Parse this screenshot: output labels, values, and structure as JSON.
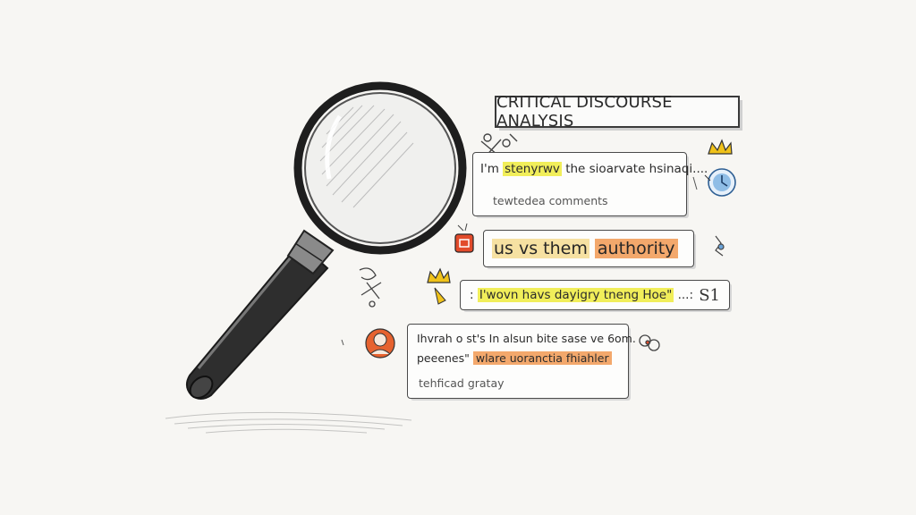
{
  "title": "CRITICAL DISCOURSE ANALYSIS",
  "bubbles": [
    {
      "line1_pre": "I'm ",
      "line1_highlight": "stenyrwv",
      "line1_post": " the sioarvate hsinaqi....",
      "line2": "tewtedea comments"
    },
    {
      "pre": "us vs them",
      "highlight": "authority"
    },
    {
      "pre": ": ",
      "highlight": "I'wovn havs dayigry tneng Hoe\"",
      "post": " ...:",
      "badge": "S1"
    },
    {
      "line1": "Ihvrah o st's  In alsun bite sase ve 6om.",
      "line2_pre": "peeenes\"  ",
      "line2_highlight": "wlare uoranctia fhiahler",
      "line3": "tehficad gratay"
    }
  ],
  "colors": {
    "highlight_yellow": "#f1ee5a",
    "highlight_orange": "#f3a86c",
    "icon_red": "#e24b2b",
    "icon_blue": "#6aa3d8",
    "crown_yellow": "#f0c21a"
  },
  "icons": [
    "magnifying-glass-icon",
    "crown-icon",
    "clock-icon",
    "speech-icon",
    "person-avatar-icon",
    "doodle-icon"
  ]
}
